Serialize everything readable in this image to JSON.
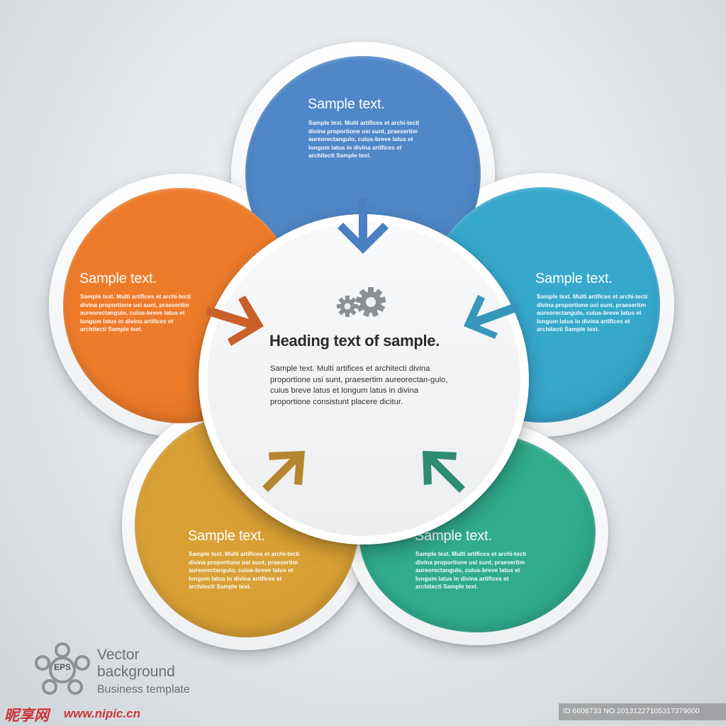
{
  "center": {
    "heading": "Heading text of sample.",
    "body": "Sample text. Multi artifices et architecti divina proportione usi sunt, praesertim aureorectan-gulo, cuius breve latus et longum latus in divina proportione consistunt placere dicitur.",
    "icon": "gears-icon"
  },
  "petals": [
    {
      "id": "top",
      "title": "Sample text.",
      "body": "Sample text. Multi artifices et archi-tecti divina proportione usi sunt, praesertim aureorectangulo, cuius-breve latus et longum latus in divina artifices et architecti Sample text.",
      "color": "#4f87c8"
    },
    {
      "id": "left",
      "title": "Sample text.",
      "body": "Sample text. Multi artifices et archi-tecti divina proportione usi sunt, praesertim aureorectangulo, cuius-breve latus et longum latus in divina artifices et architecti Sample text.",
      "color": "#ee7b2a"
    },
    {
      "id": "right",
      "title": "Sample text.",
      "body": "Sample text. Multi artifices et archi-tecti divina proportione usi sunt, praesertim aureorectangulo, cuius-breve latus et longum latus in divina artifices et architecti Sample text.",
      "color": "#36a8cc"
    },
    {
      "id": "bottom-left",
      "title": "Sample text.",
      "body": "Sample text. Multi artifices et archi-tecti divina proportione usi sunt, praesertim aureorectangulo, cuius-breve latus et longum latus in divina artifices et architecti Sample text.",
      "color": "#d9a035"
    },
    {
      "id": "bottom-right",
      "title": "Sample text.",
      "body": "Sample text. Multi artifices et archi-tecti divina proportione usi sunt, praesertim aureorectangulo, cuius-breve latus et longum latus in divina artifices et architecti Sample text.",
      "color": "#30ab8c"
    }
  ],
  "arrow_colors": {
    "top": "#4a80c2",
    "left": "#c9602a",
    "right": "#3796bc",
    "bottom-left": "#b58530",
    "bottom-right": "#2e8c70"
  },
  "footer": {
    "badge": "EPS",
    "line1": "Vector",
    "line2": "background",
    "line3": "Business template",
    "logo_icon": "film-reel-icon"
  },
  "watermark": {
    "brand": "昵享网",
    "url": "www.nipic.cn",
    "id": "ID:6608733 NO:20131227105317379000"
  }
}
